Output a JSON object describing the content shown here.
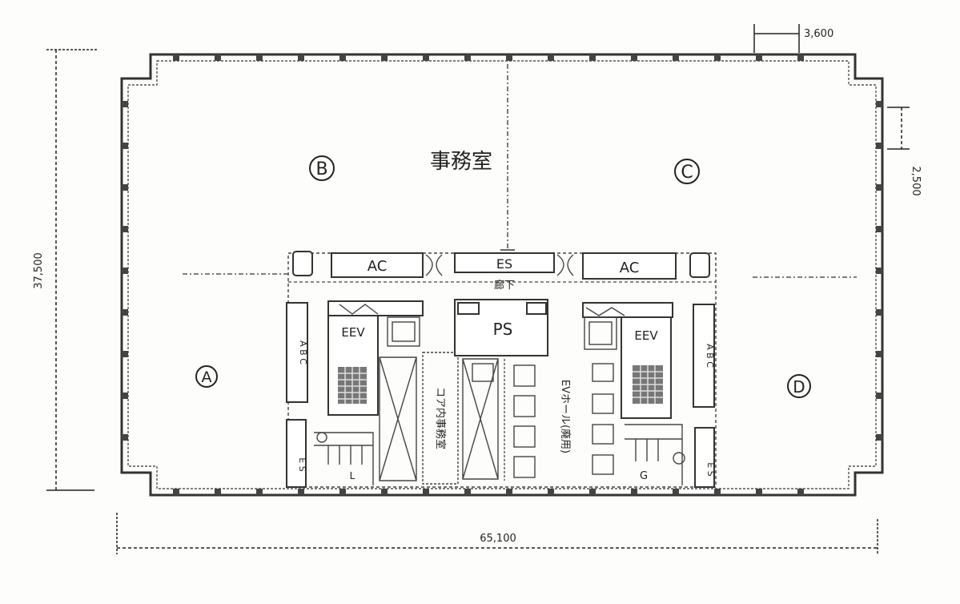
{
  "title": "事務室",
  "zones": {
    "a": "A",
    "b": "B",
    "c": "C",
    "d": "D"
  },
  "rooms": {
    "ac_left": "AC",
    "es": "ES",
    "ac_right": "AC",
    "corridor": "廊下",
    "ps": "PS",
    "eev_left": "EEV",
    "eev_right": "EEV",
    "abc_left": "A B C",
    "abc_right": "A B C",
    "core_office": "コア内事務室",
    "ev_hall": "EVホール(廃用)",
    "es_left": "E S",
    "es_right": "E S",
    "toilet_left": "L",
    "toilet_right": "G"
  },
  "dimensions": {
    "width": "65,100",
    "height": "37,500",
    "column_span": "3,600",
    "offset": "2,500"
  }
}
